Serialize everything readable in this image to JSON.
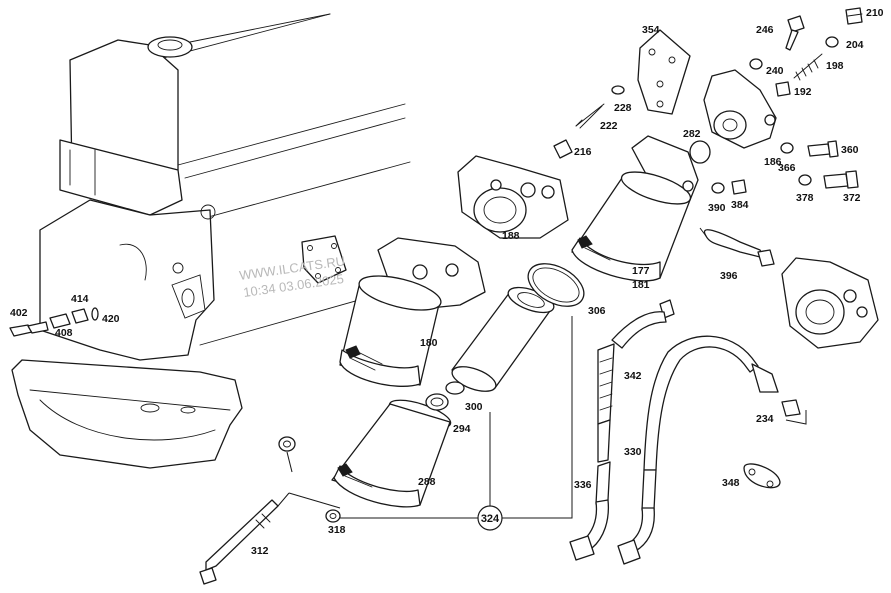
{
  "watermark": {
    "line1": "WWW.ILCATS.RU",
    "line2": "10:34 03.06.2025"
  },
  "hub": {
    "label": "324"
  },
  "callouts": [
    {
      "id": "p210",
      "text": "210"
    },
    {
      "id": "p354",
      "text": "354"
    },
    {
      "id": "p246",
      "text": "246"
    },
    {
      "id": "p204",
      "text": "204"
    },
    {
      "id": "p240",
      "text": "240"
    },
    {
      "id": "p198",
      "text": "198"
    },
    {
      "id": "p192",
      "text": "192"
    },
    {
      "id": "p228",
      "text": "228"
    },
    {
      "id": "p222",
      "text": "222"
    },
    {
      "id": "p282",
      "text": "282"
    },
    {
      "id": "p186",
      "text": "186"
    },
    {
      "id": "p216",
      "text": "216"
    },
    {
      "id": "p366",
      "text": "366"
    },
    {
      "id": "p360",
      "text": "360"
    },
    {
      "id": "p378",
      "text": "378"
    },
    {
      "id": "p372",
      "text": "372"
    },
    {
      "id": "p390",
      "text": "390"
    },
    {
      "id": "p384",
      "text": "384"
    },
    {
      "id": "p188",
      "text": "188"
    },
    {
      "id": "p396",
      "text": "396"
    },
    {
      "id": "p177",
      "text": "177"
    },
    {
      "id": "p181",
      "text": "181"
    },
    {
      "id": "p306",
      "text": "306"
    },
    {
      "id": "p402",
      "text": "402"
    },
    {
      "id": "p414",
      "text": "414"
    },
    {
      "id": "p420",
      "text": "420"
    },
    {
      "id": "p408",
      "text": "408"
    },
    {
      "id": "p180",
      "text": "180"
    },
    {
      "id": "p342",
      "text": "342"
    },
    {
      "id": "p300",
      "text": "300"
    },
    {
      "id": "p294",
      "text": "294"
    },
    {
      "id": "p234",
      "text": "234"
    },
    {
      "id": "p330",
      "text": "330"
    },
    {
      "id": "p288",
      "text": "288"
    },
    {
      "id": "p336",
      "text": "336"
    },
    {
      "id": "p348",
      "text": "348"
    },
    {
      "id": "p318",
      "text": "318"
    },
    {
      "id": "p312",
      "text": "312"
    }
  ]
}
